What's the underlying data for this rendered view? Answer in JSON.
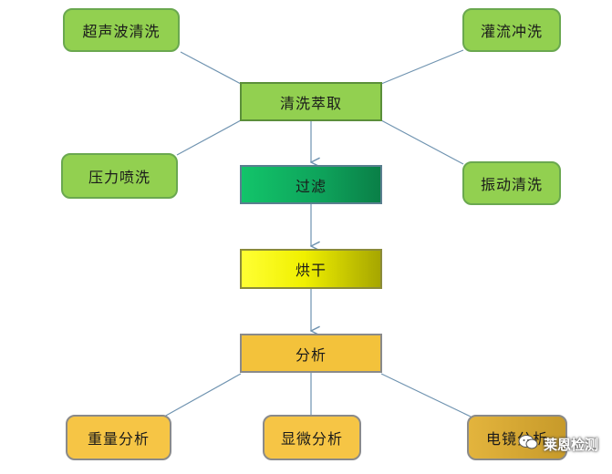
{
  "nodes": {
    "ultrasonic": "超声波清洗",
    "flush": "灌流冲洗",
    "extraction": "清洗萃取",
    "pressure": "压力喷洗",
    "vibration": "振动清洗",
    "filtration": "过滤",
    "drying": "烘干",
    "analysis": "分析",
    "gravimetric": "重量分析",
    "microscopic": "显微分析",
    "electron": "电镜分析"
  },
  "watermark": {
    "text": "莱恩检测",
    "icon": "wechat-icon"
  },
  "colors": {
    "green": "#92d050",
    "filter": "#12c46a",
    "dry": "#ffff33",
    "analysis": "#f3c23b",
    "connector": "#6f93b0"
  }
}
